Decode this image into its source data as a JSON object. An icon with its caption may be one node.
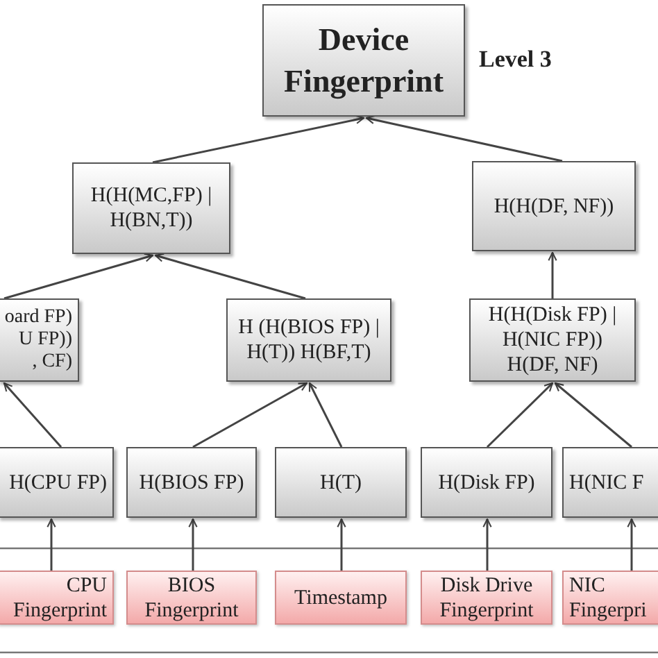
{
  "diagram": {
    "nodes": [
      {
        "text": [
          "Device Fingerprint"
        ],
        "beside": [
          "Level 3"
        ]
      },
      {
        "text": [
          "H(H(MC,FP) | H(BN,T))"
        ]
      },
      {
        "text": [
          "H(H(DF, NF))"
        ]
      },
      {
        "text": [
          "oard FP)",
          "U FP))",
          ", CF)"
        ]
      },
      {
        "text": [
          "H (H(BIOS FP) | H(T)) H(BF,T)"
        ]
      },
      {
        "text": [
          "H(H(Disk FP) | H(NIC FP)) H(DF, NF)"
        ]
      },
      {
        "text": [
          "H(CPU FP)"
        ]
      },
      {
        "text": [
          "H(BIOS FP)"
        ]
      },
      {
        "text": [
          "H(T)"
        ]
      },
      {
        "text": [
          "H(Disk FP)"
        ]
      },
      {
        "text": [
          "H(NIC F"
        ]
      },
      {
        "text": [
          "CPU Fingerprint"
        ]
      },
      {
        "text": [
          "BIOS Fingerprint"
        ]
      },
      {
        "text": [
          "Timestamp"
        ]
      },
      {
        "text": [
          "Disk Drive Fingerprint"
        ]
      },
      {
        "text": [
          "NIC Fingerpri"
        ]
      }
    ],
    "edges": [
      {
        "from": 1,
        "to": 0,
        "arrow": "to"
      },
      {
        "from": 2,
        "to": 0,
        "arrow": "to"
      },
      {
        "from": 3,
        "to": 1,
        "arrow": "to"
      },
      {
        "from": 4,
        "to": 1,
        "arrow": "to"
      },
      {
        "from": 5,
        "to": 2,
        "arrow": "to"
      },
      {
        "from": 6,
        "to": 3,
        "arrow": "to"
      },
      {
        "from": 7,
        "to": 4,
        "arrow": "to"
      },
      {
        "from": 8,
        "to": 4,
        "arrow": "to"
      },
      {
        "from": 9,
        "to": 5,
        "arrow": "to"
      },
      {
        "from": 10,
        "to": 5,
        "arrow": "to"
      },
      {
        "from": 11,
        "to": 6,
        "arrow": "to"
      },
      {
        "from": 12,
        "to": 7,
        "arrow": "to"
      },
      {
        "from": 13,
        "to": 8,
        "arrow": "to"
      },
      {
        "from": 14,
        "to": 9,
        "arrow": "to"
      },
      {
        "from": 15,
        "to": 10,
        "arrow": "to"
      }
    ]
  }
}
